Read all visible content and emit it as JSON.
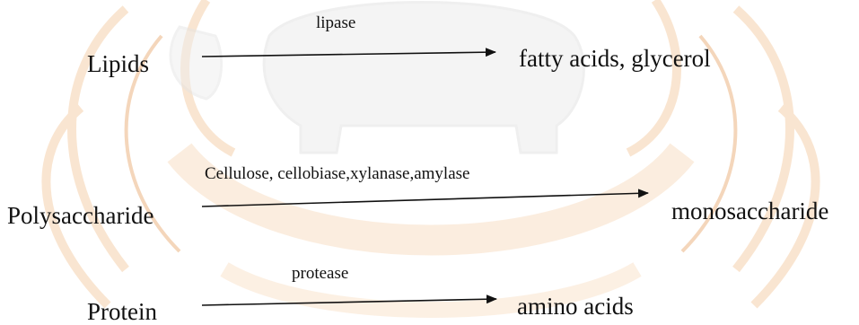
{
  "reactions": [
    {
      "substrate": "Lipids",
      "enzyme": "lipase",
      "product": "fatty acids, glycerol"
    },
    {
      "substrate": "Polysaccharide",
      "enzyme": "Cellulose, cellobiase,xylanase,amylase",
      "product": "monosaccharide"
    },
    {
      "substrate": "Protein",
      "enzyme": "protease",
      "product": "amino acids"
    }
  ],
  "colors": {
    "text": "#111111",
    "arrow": "#111111",
    "watermark_orange": "#f3c79a",
    "watermark_grey": "#d8d8d8"
  },
  "watermark": {
    "emblem": "elephant-seal-watermark"
  }
}
